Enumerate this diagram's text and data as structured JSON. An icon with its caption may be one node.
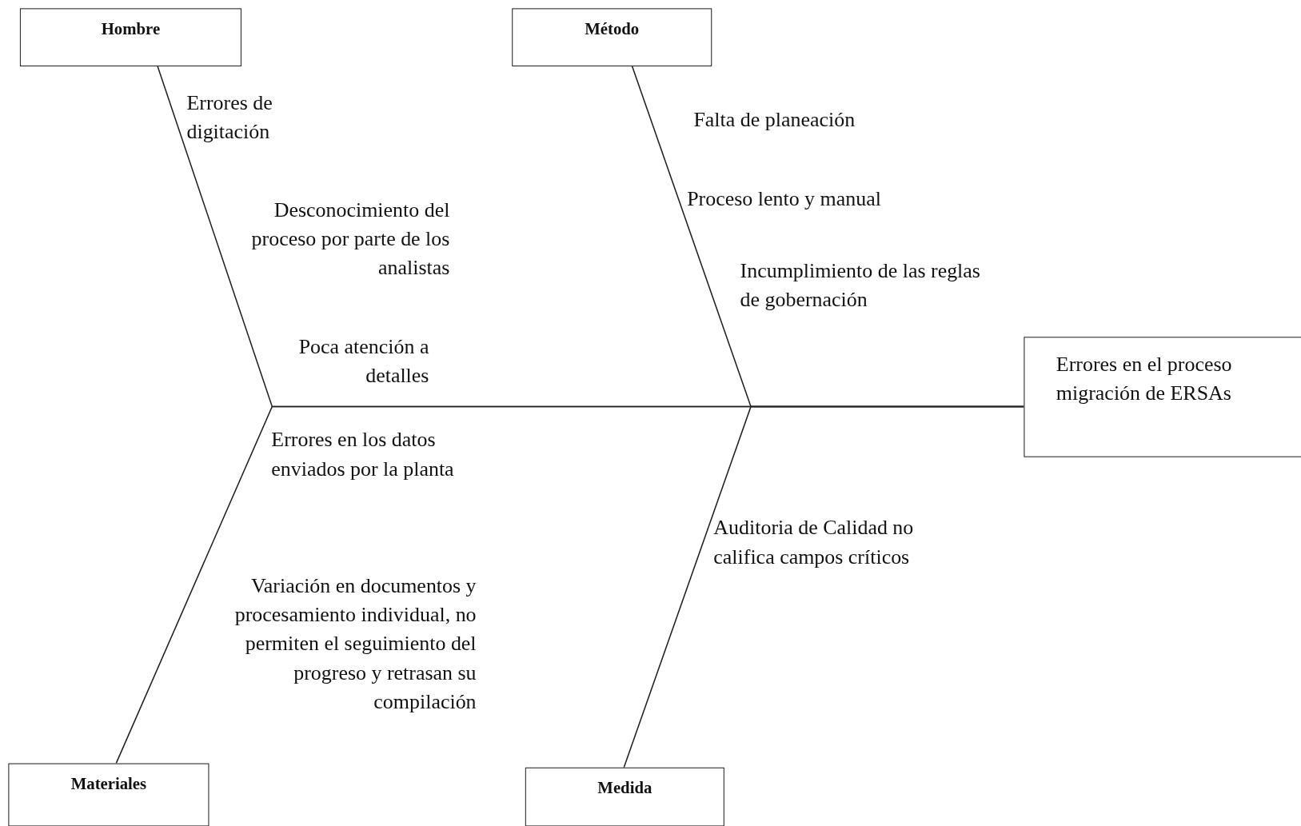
{
  "diagram": {
    "nodes": [
      {
        "text": [
          "Hombre"
        ]
      },
      {
        "text": [
          "Método"
        ]
      },
      {
        "text": [
          "Materiales"
        ]
      },
      {
        "text": [
          "Medida"
        ]
      },
      {
        "text": [
          "Errores en el proceso migración de ERSAs"
        ]
      }
    ],
    "edges": [
      {
        "from": 0,
        "to": 4,
        "arrow": "none"
      },
      {
        "from": 1,
        "to": 4,
        "arrow": "none"
      },
      {
        "from": 2,
        "to": 4,
        "arrow": "none"
      },
      {
        "from": 3,
        "to": 4,
        "arrow": "none"
      }
    ],
    "labels": [
      "Errores de digitación",
      "Falta de planeación",
      "Proceso lento y manual",
      "Desconocimiento del proceso por parte de los analistas",
      "Incumplimiento de las reglas de gobernación",
      "Poca atención a detalles",
      "Errores en los datos enviados por la planta",
      "Auditoria de Calidad no califica campos críticos",
      "Variación en documentos y procesamiento individual, no permiten el seguimiento del progreso y retrasan su compilación"
    ]
  }
}
